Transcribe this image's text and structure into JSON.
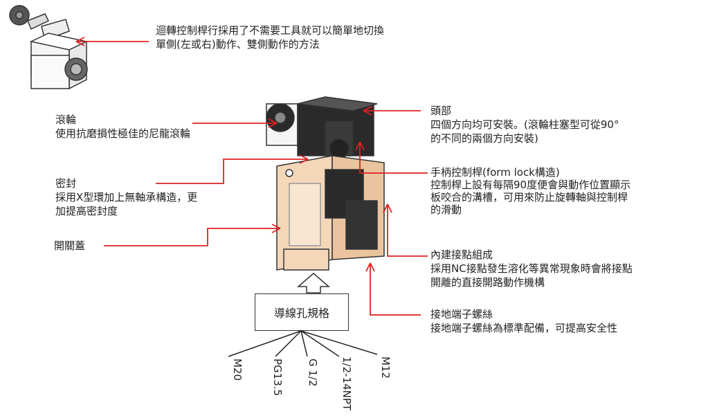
{
  "labels": {
    "lever": {
      "line1": "迴轉控制桿行採用了不需要工具就可以簡單地切換",
      "line2": "單側(左或右)動作、雙側動作的方法"
    },
    "roller": {
      "title": "滾輪",
      "desc": "使用抗磨損性極佳的尼龍滾輪"
    },
    "seal": {
      "title": "密封",
      "desc1": "採用X型環加上無軸承構造，更",
      "desc2": "加提高密封度"
    },
    "cover": {
      "title": "開關蓋"
    },
    "head": {
      "title": "頭部",
      "desc1": "四個方向均可安裝。(滾輪柱塞型可從90°",
      "desc2": "的不同的兩個方向安裝)"
    },
    "handle": {
      "title": "手柄控制桿(form lock構造)",
      "desc1": "控制桿上設有每隔90度便會與動作位置顯示",
      "desc2": "板咬合的溝槽，可用來防止旋轉軸與控制桿",
      "desc3": "的滑動"
    },
    "contact": {
      "title": "內建接點組成",
      "desc1": "採用NC接點發生溶化等異常現象時會將接點",
      "desc2": "開離的直接開路動作機構"
    },
    "ground": {
      "title": "接地端子螺絲",
      "desc": "接地端子螺絲為標準配備，可提高安全性"
    }
  },
  "conduit": {
    "box_label": "導線孔規格",
    "specs": [
      "M20",
      "PG13.5",
      "G 1/2",
      "1/2-14NPT",
      "M12"
    ]
  },
  "colors": {
    "arrow": "#e02020",
    "body": "#f3d7b8",
    "dark": "#2a2a2a"
  }
}
